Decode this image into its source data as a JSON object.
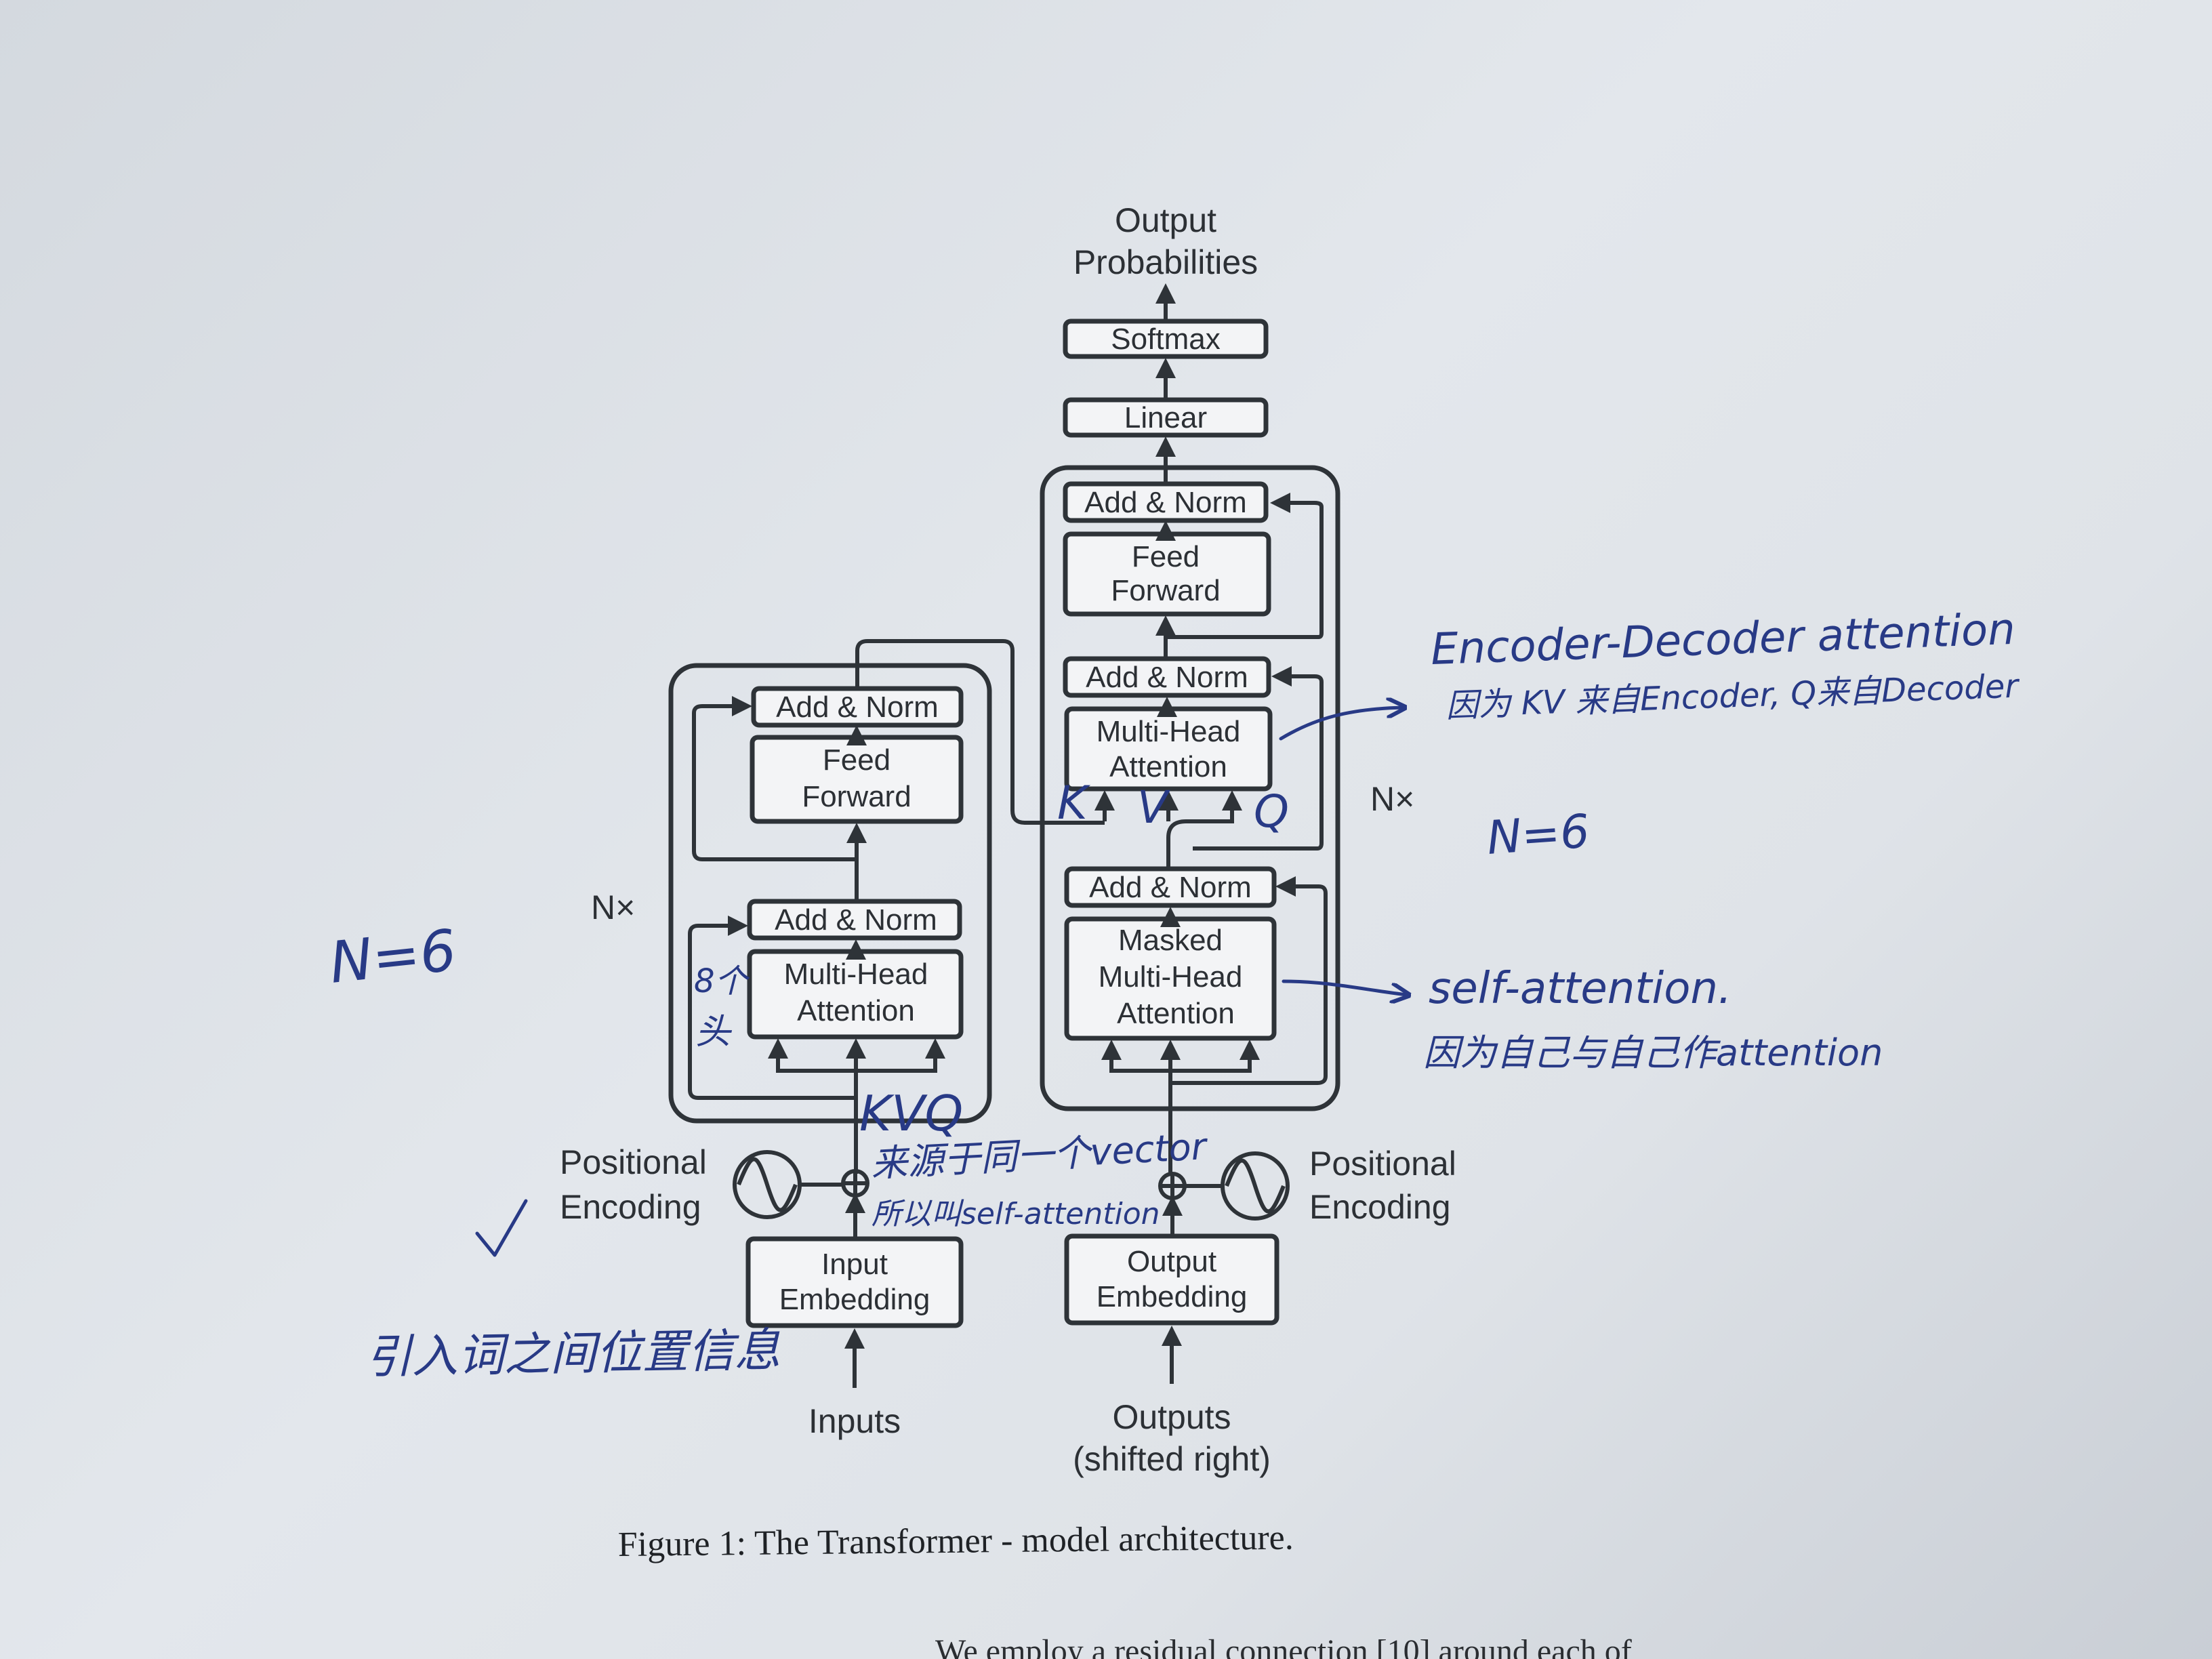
{
  "figure": {
    "caption": "Figure 1: The Transformer - model architecture.",
    "footer_text": "We employ a residual connection [10] around each of"
  },
  "decoder": {
    "output_title_1": "Output",
    "output_title_2": "Probabilities",
    "softmax": "Softmax",
    "linear": "Linear",
    "add_norm_top": "Add & Norm",
    "feed_forward_1": "Feed",
    "feed_forward_2": "Forward",
    "add_norm_mid": "Add & Norm",
    "mha_1": "Multi-Head",
    "mha_2": "Attention",
    "add_norm_low": "Add & Norm",
    "masked_1": "Masked",
    "masked_2": "Multi-Head",
    "masked_3": "Attention",
    "nx": "N×",
    "pos_enc_1": "Positional",
    "pos_enc_2": "Encoding",
    "embedding_1": "Output",
    "embedding_2": "Embedding",
    "input_1": "Outputs",
    "input_2": "(shifted right)"
  },
  "encoder": {
    "add_norm_top": "Add & Norm",
    "feed_forward_1": "Feed",
    "feed_forward_2": "Forward",
    "add_norm_low": "Add & Norm",
    "mha_1": "Multi-Head",
    "mha_2": "Attention",
    "nx": "N×",
    "pos_enc_1": "Positional",
    "pos_enc_2": "Encoding",
    "embedding_1": "Input",
    "embedding_2": "Embedding",
    "input": "Inputs"
  },
  "annotations": {
    "enc_dec_line1": "Encoder-Decoder attention",
    "enc_dec_line2": "因为 KV 来自Encoder, Q来自Decoder",
    "n_equals_right": "N=6",
    "n_equals_left": "N=6",
    "self_attn_line1": "self-attention.",
    "self_attn_line2": "因为自己与自己作attention",
    "kvq_enc": "KVQ",
    "same_vector_line1": "来源于同一个vector",
    "same_vector_line2": "所以叫self-attention",
    "heads_1": "8个",
    "heads_2": "头",
    "pos_note": "引入词之间位置信息",
    "label_k": "K",
    "label_v": "V",
    "label_q": "Q"
  }
}
